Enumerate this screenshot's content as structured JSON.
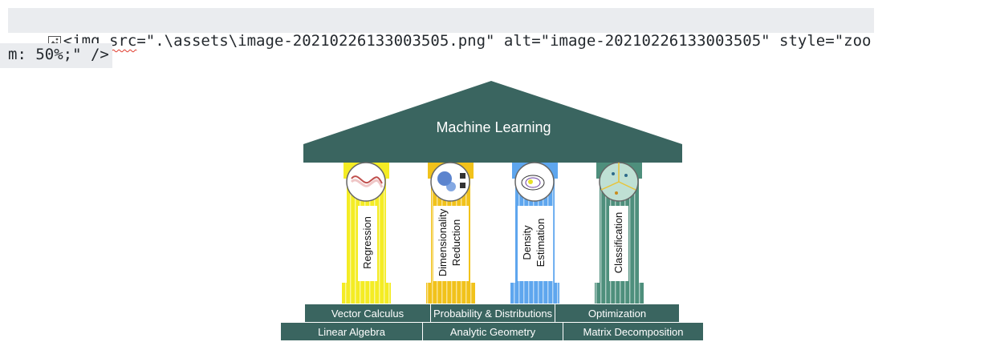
{
  "source_line": {
    "text_l1_a": "<",
    "text_l1_b": "img",
    "text_l1_c": " ",
    "text_l1_d": "src",
    "text_l1_e": "=\".\\assets\\image-20210226133003505.png\" alt=\"image-20210226133003505\" style=\"zoo",
    "text_l2": "m: 50%;\" />",
    "icon": "broken-image-icon"
  },
  "diagram": {
    "roof_title": "Machine Learning",
    "pillars": [
      {
        "label_lines": [
          "Regression"
        ],
        "color": "#f4ec24",
        "icon": "regression-curve-icon"
      },
      {
        "label_lines": [
          "Dimensionality",
          "Reduction"
        ],
        "color": "#f1c21b",
        "icon": "dimensionality-scatter-icon"
      },
      {
        "label_lines": [
          "Density",
          "Estimation"
        ],
        "color": "#5ea6ee",
        "icon": "density-contour-icon"
      },
      {
        "label_lines": [
          "Classification"
        ],
        "color": "#4e8f7c",
        "icon": "classification-regions-icon"
      }
    ],
    "upper_base": [
      "Vector Calculus",
      "Probability & Distributions",
      "Optimization"
    ],
    "lower_base": [
      "Linear Algebra",
      "Analytic Geometry",
      "Matrix Decomposition"
    ],
    "colors": {
      "roof": "#3a6560",
      "base": "#3a6560",
      "text_light": "#ffffff"
    }
  }
}
